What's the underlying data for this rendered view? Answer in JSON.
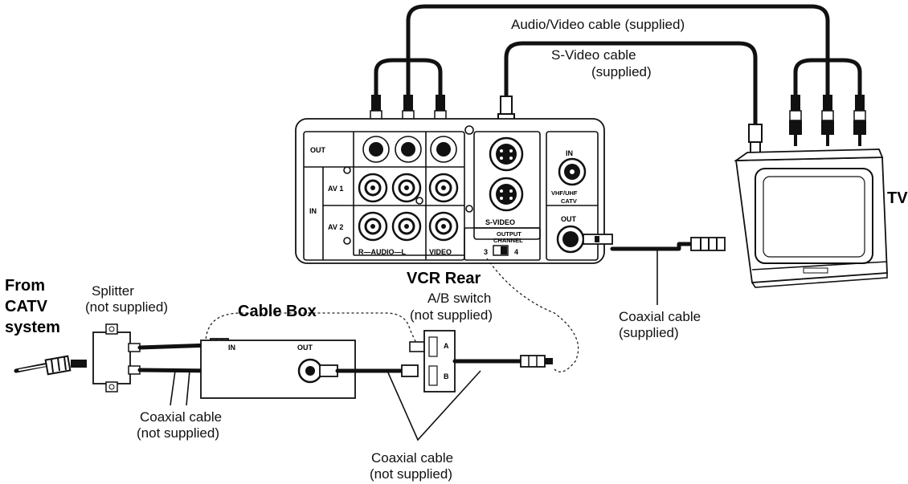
{
  "labels": {
    "av_cable": "Audio/Video cable (supplied)",
    "svideo_cable_1": "S-Video cable",
    "svideo_cable_2": "(supplied)",
    "tv": "TV",
    "vcr_rear": "VCR Rear",
    "from_catv_1": "From",
    "from_catv_2": "CATV",
    "from_catv_3": "system",
    "splitter_1": "Splitter",
    "splitter_2": "(not supplied)",
    "cable_box": "Cable Box",
    "ab_switch_1": "A/B switch",
    "ab_switch_2": "(not supplied)",
    "coax_supplied_1": "Coaxial cable",
    "coax_supplied_2": "(supplied)",
    "coax_ns_left_1": "Coaxial cable",
    "coax_ns_left_2": "(not supplied)",
    "coax_ns_bottom_1": "Coaxial cable",
    "coax_ns_bottom_2": "(not supplied)"
  },
  "vcr_panel": {
    "out": "OUT",
    "in": "IN",
    "av1": "AV 1",
    "av2": "AV 2",
    "r_audio_l": "R—AUDIO—L",
    "video": "VIDEO",
    "s_video": "S-VIDEO",
    "rf_in": "IN",
    "vhf_uhf_1": "VHF/UHF",
    "vhf_uhf_2": "CATV",
    "rf_out": "OUT",
    "output_channel_1": "OUTPUT",
    "output_channel_2": "CHANNEL",
    "ch3": "3",
    "ch4": "4"
  },
  "cable_box_ports": {
    "in": "IN",
    "out": "OUT"
  },
  "ab_switch_ports": {
    "a": "A",
    "b": "B"
  }
}
